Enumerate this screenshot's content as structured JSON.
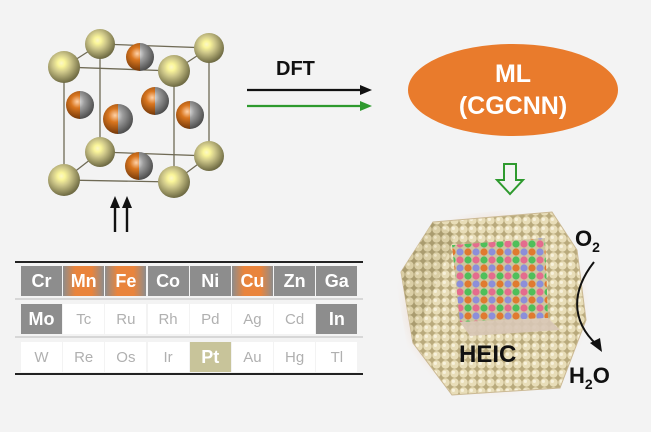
{
  "arrow_label": "DFT",
  "ml_box": {
    "line1": "ML",
    "line2": "(CGCNN)"
  },
  "nanoparticle_label": "HEIC",
  "reaction": {
    "reactant": "O",
    "reactant_sub": "2",
    "product_h": "H",
    "product_sub": "2",
    "product_o": "O"
  },
  "periodic_table": {
    "rows": [
      [
        {
          "symbol": "Cr",
          "style": "dark"
        },
        {
          "symbol": "Mn",
          "style": "orange"
        },
        {
          "symbol": "Fe",
          "style": "orange"
        },
        {
          "symbol": "Co",
          "style": "dark"
        },
        {
          "symbol": "Ni",
          "style": "dark"
        },
        {
          "symbol": "Cu",
          "style": "orange"
        },
        {
          "symbol": "Zn",
          "style": "dark"
        },
        {
          "symbol": "Ga",
          "style": "dark"
        }
      ],
      [
        {
          "symbol": "Mo",
          "style": "dark"
        },
        {
          "symbol": "Tc",
          "style": "light"
        },
        {
          "symbol": "Ru",
          "style": "light"
        },
        {
          "symbol": "Rh",
          "style": "light"
        },
        {
          "symbol": "Pd",
          "style": "light"
        },
        {
          "symbol": "Ag",
          "style": "light"
        },
        {
          "symbol": "Cd",
          "style": "light"
        },
        {
          "symbol": "In",
          "style": "dark"
        }
      ],
      [
        {
          "symbol": "W",
          "style": "light"
        },
        {
          "symbol": "Re",
          "style": "light"
        },
        {
          "symbol": "Os",
          "style": "light"
        },
        {
          "symbol": "Ir",
          "style": "light"
        },
        {
          "symbol": "Pt",
          "style": "pt"
        },
        {
          "symbol": "Au",
          "style": "light"
        },
        {
          "symbol": "Hg",
          "style": "light"
        },
        {
          "symbol": "Tl",
          "style": "light"
        }
      ]
    ]
  },
  "colors": {
    "ml_fill": "#e97b2c",
    "dft_arrow": "#111111",
    "ml_arrow": "#2e9a2e",
    "down_arrow": "#2e9a2e"
  }
}
